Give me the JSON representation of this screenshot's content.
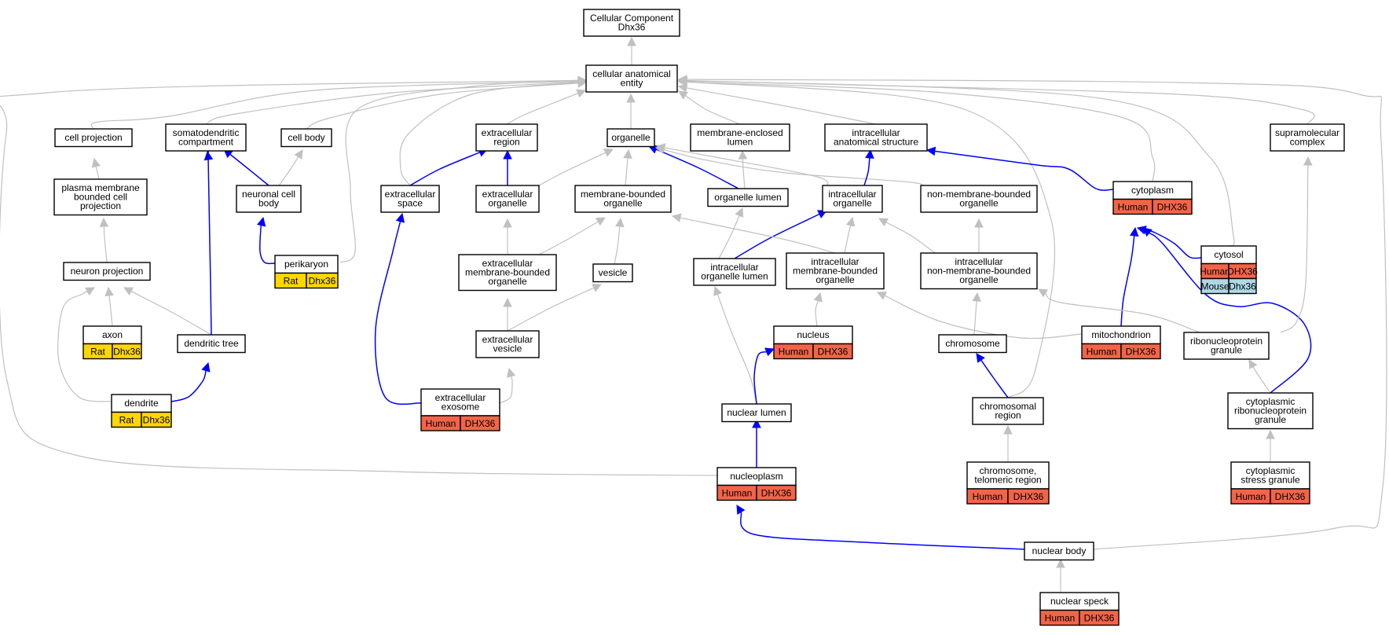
{
  "graph": {
    "colors": {
      "edge_gray": "#c0c0c0",
      "edge_blue": "#0000ff",
      "human": "#f26449",
      "rat": "#ffd700",
      "mouse": "#add8e6",
      "node_fill": "#ffffff",
      "node_stroke": "#000000"
    },
    "nodes": [
      {
        "id": "root",
        "lines": [
          "Cellular Component",
          "Dhx36"
        ]
      },
      {
        "id": "cae",
        "lines": [
          "cellular anatomical",
          "entity"
        ]
      },
      {
        "id": "cellproj",
        "lines": [
          "cell projection"
        ]
      },
      {
        "id": "somato",
        "lines": [
          "somatodendritic",
          "compartment"
        ]
      },
      {
        "id": "cellbody",
        "lines": [
          "cell body"
        ]
      },
      {
        "id": "extreg",
        "lines": [
          "extracellular",
          "region"
        ]
      },
      {
        "id": "organelle",
        "lines": [
          "organelle"
        ]
      },
      {
        "id": "memlumen",
        "lines": [
          "membrane-enclosed",
          "lumen"
        ]
      },
      {
        "id": "intanat",
        "lines": [
          "intracellular",
          "anatomical structure"
        ]
      },
      {
        "id": "supramol",
        "lines": [
          "supramolecular",
          "complex"
        ]
      },
      {
        "id": "pmbcp",
        "lines": [
          "plasma membrane",
          "bounded cell",
          "projection"
        ]
      },
      {
        "id": "ncb",
        "lines": [
          "neuronal cell",
          "body"
        ]
      },
      {
        "id": "extspace",
        "lines": [
          "extracellular",
          "space"
        ]
      },
      {
        "id": "extorg",
        "lines": [
          "extracellular",
          "organelle"
        ]
      },
      {
        "id": "mbo",
        "lines": [
          "membrane-bounded",
          "organelle"
        ]
      },
      {
        "id": "orglumen",
        "lines": [
          "organelle lumen"
        ]
      },
      {
        "id": "intorg",
        "lines": [
          "intracellular",
          "organelle"
        ]
      },
      {
        "id": "nmbo",
        "lines": [
          "non-membrane-bounded",
          "organelle"
        ]
      },
      {
        "id": "cytoplasm",
        "lines": [
          "cytoplasm"
        ],
        "species": [
          [
            "Human",
            "DHX36"
          ]
        ]
      },
      {
        "id": "neuronproj",
        "lines": [
          "neuron projection"
        ]
      },
      {
        "id": "perikaryon",
        "lines": [
          "perikaryon"
        ],
        "species": [
          [
            "Rat",
            "Dhx36"
          ]
        ]
      },
      {
        "id": "embo",
        "lines": [
          "extracellular",
          "membrane-bounded",
          "organelle"
        ]
      },
      {
        "id": "vesicle",
        "lines": [
          "vesicle"
        ]
      },
      {
        "id": "iol",
        "lines": [
          "intracellular",
          "organelle lumen"
        ]
      },
      {
        "id": "imbo",
        "lines": [
          "intracellular",
          "membrane-bounded",
          "organelle"
        ]
      },
      {
        "id": "inmbo",
        "lines": [
          "intracellular",
          "non-membrane-bounded",
          "organelle"
        ]
      },
      {
        "id": "cytosol",
        "lines": [
          "cytosol"
        ],
        "species": [
          [
            "Human",
            "DHX36"
          ],
          [
            "Mouse",
            "Dhx36"
          ]
        ]
      },
      {
        "id": "axon",
        "lines": [
          "axon"
        ],
        "species": [
          [
            "Rat",
            "Dhx36"
          ]
        ]
      },
      {
        "id": "dendtree",
        "lines": [
          "dendritic tree"
        ]
      },
      {
        "id": "extves",
        "lines": [
          "extracellular",
          "vesicle"
        ]
      },
      {
        "id": "nucleus",
        "lines": [
          "nucleus"
        ],
        "species": [
          [
            "Human",
            "DHX36"
          ]
        ]
      },
      {
        "id": "chromosome",
        "lines": [
          "chromosome"
        ]
      },
      {
        "id": "mito",
        "lines": [
          "mitochondrion"
        ],
        "species": [
          [
            "Human",
            "DHX36"
          ]
        ]
      },
      {
        "id": "rnpg",
        "lines": [
          "ribonucleoprotein",
          "granule"
        ]
      },
      {
        "id": "dendrite",
        "lines": [
          "dendrite"
        ],
        "species": [
          [
            "Rat",
            "Dhx36"
          ]
        ]
      },
      {
        "id": "exosome",
        "lines": [
          "extracellular",
          "exosome"
        ],
        "species": [
          [
            "Human",
            "DHX36"
          ]
        ]
      },
      {
        "id": "nuclumen",
        "lines": [
          "nuclear lumen"
        ]
      },
      {
        "id": "chromreg",
        "lines": [
          "chromosomal",
          "region"
        ]
      },
      {
        "id": "crnpg",
        "lines": [
          "cytoplasmic",
          "ribonucleoprotein",
          "granule"
        ]
      },
      {
        "id": "nucleoplasm",
        "lines": [
          "nucleoplasm"
        ],
        "species": [
          [
            "Human",
            "DHX36"
          ]
        ]
      },
      {
        "id": "telomeric",
        "lines": [
          "chromosome,",
          "telomeric region"
        ],
        "species": [
          [
            "Human",
            "DHX36"
          ]
        ]
      },
      {
        "id": "stress",
        "lines": [
          "cytoplasmic",
          "stress granule"
        ],
        "species": [
          [
            "Human",
            "DHX36"
          ]
        ]
      },
      {
        "id": "nucbody",
        "lines": [
          "nuclear body"
        ]
      },
      {
        "id": "speck",
        "lines": [
          "nuclear speck"
        ],
        "species": [
          [
            "Human",
            "DHX36"
          ]
        ]
      }
    ],
    "edges": [
      {
        "from": "cae",
        "to": "root",
        "type": "is_a"
      },
      {
        "from": "cellproj",
        "to": "cae",
        "type": "is_a"
      },
      {
        "from": "somato",
        "to": "cae",
        "type": "is_a"
      },
      {
        "from": "cellbody",
        "to": "cae",
        "type": "is_a"
      },
      {
        "from": "extreg",
        "to": "cae",
        "type": "is_a"
      },
      {
        "from": "organelle",
        "to": "cae",
        "type": "is_a"
      },
      {
        "from": "memlumen",
        "to": "cae",
        "type": "is_a"
      },
      {
        "from": "intanat",
        "to": "cae",
        "type": "is_a"
      },
      {
        "from": "supramol",
        "to": "cae",
        "type": "is_a"
      },
      {
        "from": "extspace",
        "to": "cae",
        "type": "is_a"
      },
      {
        "from": "perikaryon",
        "to": "cae",
        "type": "is_a"
      },
      {
        "from": "chromreg",
        "to": "cae",
        "type": "is_a"
      },
      {
        "from": "cytoplasm",
        "to": "cae",
        "type": "is_a"
      },
      {
        "from": "cytosol",
        "to": "cae",
        "type": "is_a"
      },
      {
        "from": "nucleoplasm",
        "to": "cae",
        "type": "is_a"
      },
      {
        "from": "nucbody",
        "to": "cae",
        "type": "is_a"
      },
      {
        "from": "pmbcp",
        "to": "cellproj",
        "type": "is_a"
      },
      {
        "from": "ncb",
        "to": "cellbody",
        "type": "is_a"
      },
      {
        "from": "ncb",
        "to": "somato",
        "type": "part_of"
      },
      {
        "from": "extspace",
        "to": "extreg",
        "type": "part_of"
      },
      {
        "from": "extorg",
        "to": "extreg",
        "type": "part_of"
      },
      {
        "from": "extorg",
        "to": "organelle",
        "type": "is_a"
      },
      {
        "from": "mbo",
        "to": "organelle",
        "type": "is_a"
      },
      {
        "from": "orglumen",
        "to": "memlumen",
        "type": "is_a"
      },
      {
        "from": "orglumen",
        "to": "organelle",
        "type": "part_of"
      },
      {
        "from": "intorg",
        "to": "organelle",
        "type": "is_a"
      },
      {
        "from": "nmbo",
        "to": "organelle",
        "type": "is_a"
      },
      {
        "from": "intorg",
        "to": "intanat",
        "type": "part_of"
      },
      {
        "from": "cytoplasm",
        "to": "intanat",
        "type": "part_of"
      },
      {
        "from": "neuronproj",
        "to": "pmbcp",
        "type": "is_a"
      },
      {
        "from": "perikaryon",
        "to": "ncb",
        "type": "part_of"
      },
      {
        "from": "embo",
        "to": "mbo",
        "type": "is_a"
      },
      {
        "from": "embo",
        "to": "extorg",
        "type": "is_a"
      },
      {
        "from": "vesicle",
        "to": "mbo",
        "type": "is_a"
      },
      {
        "from": "iol",
        "to": "orglumen",
        "type": "is_a"
      },
      {
        "from": "iol",
        "to": "intorg",
        "type": "part_of"
      },
      {
        "from": "imbo",
        "to": "mbo",
        "type": "is_a"
      },
      {
        "from": "imbo",
        "to": "intorg",
        "type": "is_a"
      },
      {
        "from": "inmbo",
        "to": "nmbo",
        "type": "is_a"
      },
      {
        "from": "inmbo",
        "to": "intorg",
        "type": "is_a"
      },
      {
        "from": "cytosol",
        "to": "cytoplasm",
        "type": "part_of"
      },
      {
        "from": "mito",
        "to": "cytoplasm",
        "type": "part_of"
      },
      {
        "from": "crnpg",
        "to": "cytoplasm",
        "type": "part_of"
      },
      {
        "from": "axon",
        "to": "neuronproj",
        "type": "is_a"
      },
      {
        "from": "dendtree",
        "to": "neuronproj",
        "type": "is_a"
      },
      {
        "from": "dendrite",
        "to": "neuronproj",
        "type": "is_a"
      },
      {
        "from": "dendtree",
        "to": "somato",
        "type": "part_of"
      },
      {
        "from": "dendrite",
        "to": "dendtree",
        "type": "part_of"
      },
      {
        "from": "extves",
        "to": "embo",
        "type": "is_a"
      },
      {
        "from": "extves",
        "to": "vesicle",
        "type": "is_a"
      },
      {
        "from": "exosome",
        "to": "extves",
        "type": "is_a"
      },
      {
        "from": "exosome",
        "to": "extspace",
        "type": "part_of"
      },
      {
        "from": "nucleus",
        "to": "imbo",
        "type": "is_a"
      },
      {
        "from": "mito",
        "to": "imbo",
        "type": "is_a"
      },
      {
        "from": "chromosome",
        "to": "inmbo",
        "type": "is_a"
      },
      {
        "from": "rnpg",
        "to": "inmbo",
        "type": "is_a"
      },
      {
        "from": "rnpg",
        "to": "supramol",
        "type": "is_a"
      },
      {
        "from": "crnpg",
        "to": "rnpg",
        "type": "is_a"
      },
      {
        "from": "nuclumen",
        "to": "iol",
        "type": "is_a"
      },
      {
        "from": "nuclumen",
        "to": "nucleus",
        "type": "part_of"
      },
      {
        "from": "chromreg",
        "to": "chromosome",
        "type": "part_of"
      },
      {
        "from": "nucleoplasm",
        "to": "nuclumen",
        "type": "part_of"
      },
      {
        "from": "telomeric",
        "to": "chromreg",
        "type": "is_a"
      },
      {
        "from": "stress",
        "to": "crnpg",
        "type": "is_a"
      },
      {
        "from": "nucbody",
        "to": "nucleoplasm",
        "type": "part_of"
      },
      {
        "from": "speck",
        "to": "nucbody",
        "type": "is_a"
      }
    ]
  }
}
